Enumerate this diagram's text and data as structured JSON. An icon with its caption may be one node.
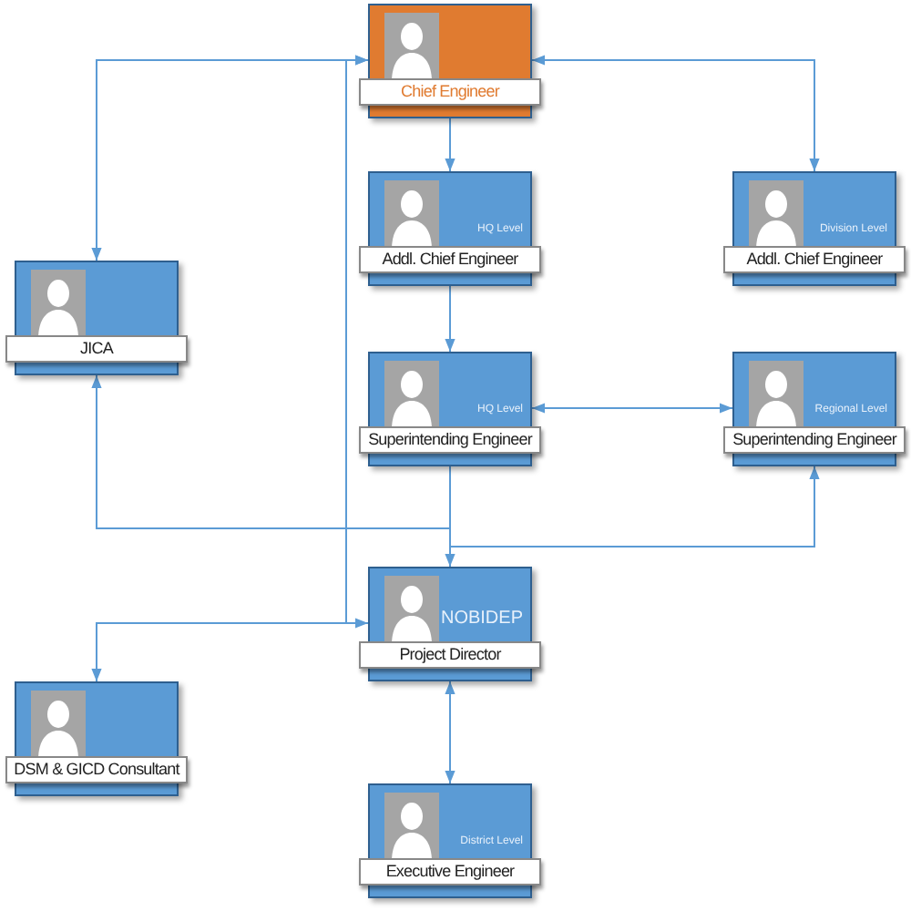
{
  "diagram": {
    "nodes": [
      {
        "text": [
          "Chief Engineer"
        ]
      },
      {
        "text": [
          "HQ Level",
          "Addl. Chief Engineer"
        ]
      },
      {
        "text": [
          "Division Level",
          "Addl. Chief Engineer"
        ]
      },
      {
        "text": [
          "JICA"
        ]
      },
      {
        "text": [
          "HQ Level",
          "Superintending Engineer"
        ]
      },
      {
        "text": [
          "Regional Level",
          "Superintending Engineer"
        ]
      },
      {
        "text": [
          "NOBIDEP",
          "Project Director"
        ]
      },
      {
        "text": [
          "DSM & GICD Consultant"
        ]
      },
      {
        "text": [
          "District Level",
          "Executive Engineer"
        ]
      }
    ],
    "edges": [
      {
        "from": 0,
        "to": 1,
        "arrow": "to"
      },
      {
        "from": 0,
        "to": 2,
        "arrow": "both"
      },
      {
        "from": 0,
        "to": 3,
        "arrow": "both"
      },
      {
        "from": 0,
        "to": 6,
        "arrow": "both"
      },
      {
        "from": 6,
        "to": 7,
        "arrow": "to"
      },
      {
        "from": 1,
        "to": 4,
        "arrow": "to"
      },
      {
        "from": 4,
        "to": 5,
        "arrow": "both"
      },
      {
        "from": 4,
        "to": 6,
        "arrow": "to"
      },
      {
        "from": 6,
        "to": 3,
        "arrow": "to"
      },
      {
        "from": 6,
        "to": 5,
        "arrow": "to"
      },
      {
        "from": 6,
        "to": 8,
        "arrow": "both"
      }
    ]
  }
}
